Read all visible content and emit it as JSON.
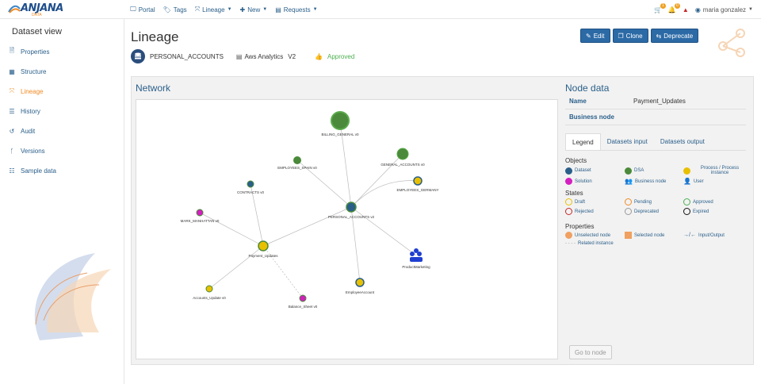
{
  "brand": {
    "name": "ANJANA",
    "sub": "DATA"
  },
  "nav": {
    "items": [
      {
        "label": "Portal",
        "icon": "monitor-icon"
      },
      {
        "label": "Tags",
        "icon": "tags-icon"
      },
      {
        "label": "Lineage",
        "icon": "lineage-icon"
      },
      {
        "label": "New",
        "icon": "plus-icon"
      },
      {
        "label": "Requests",
        "icon": "requests-icon"
      }
    ]
  },
  "user": {
    "name": "maria gonzalez",
    "cart_count": "1",
    "bell_count": "0"
  },
  "sidebar": {
    "title": "Dataset view",
    "items": [
      {
        "label": "Properties",
        "icon": "file-icon"
      },
      {
        "label": "Structure",
        "icon": "table-icon"
      },
      {
        "label": "Lineage",
        "icon": "lineage-icon"
      },
      {
        "label": "History",
        "icon": "list-icon"
      },
      {
        "label": "Audit",
        "icon": "history-icon"
      },
      {
        "label": "Versions",
        "icon": "branch-icon"
      },
      {
        "label": "Sample data",
        "icon": "list-ordered-icon"
      }
    ]
  },
  "header": {
    "title": "Lineage",
    "dataset": "PERSONAL_ACCOUNTS",
    "source": "Aws Analytics",
    "version": "V2",
    "status": "Approved"
  },
  "buttons": {
    "edit": "Edit",
    "clone": "Clone",
    "deprecate": "Deprecate"
  },
  "network": {
    "title": "Network",
    "nodes": [
      {
        "id": "billing",
        "label": "BILLING_GENERAL v0"
      },
      {
        "id": "emp_spain",
        "label": "EMPLOYEES_SPAIN v0"
      },
      {
        "id": "gen_acc",
        "label": "GENERAL_ACCOUNTS v0"
      },
      {
        "id": "contracts",
        "label": "CONTRACTS v0"
      },
      {
        "id": "emp_germany",
        "label": "EMPLOYEES_GERMANY"
      },
      {
        "id": "personal",
        "label": "PERSONAL_ACCOUNTS v2"
      },
      {
        "id": "mark",
        "label": "MARK_MANHATTAN v0"
      },
      {
        "id": "payment",
        "label": "Payment_Updates"
      },
      {
        "id": "product",
        "label": "ProductMarketing"
      },
      {
        "id": "employee_acc",
        "label": "EmployeeAccount"
      },
      {
        "id": "acc_update",
        "label": "Accounts_Update v0"
      },
      {
        "id": "balance",
        "label": "Balance_Sheet v0"
      }
    ]
  },
  "node_data": {
    "title": "Node data",
    "name_label": "Name",
    "name_value": "Payment_Updates",
    "business_label": "Business node",
    "tabs": [
      "Legend",
      "Datasets input",
      "Datasets output"
    ],
    "objects_title": "Objects",
    "objects": [
      "Dataset",
      "DSA",
      "Process / Process instance",
      "Solution",
      "Business node",
      "User"
    ],
    "states_title": "States",
    "states": [
      "Draft",
      "Pending",
      "Approved",
      "Rejected",
      "Deprecated",
      "Expired"
    ],
    "properties_title": "Properties",
    "properties": [
      "Unselected node",
      "Selected node",
      "Input/Output",
      "Related instance"
    ],
    "goto_label": "Go to node"
  },
  "colors": {
    "brand": "#2c6aa6",
    "accent": "#f08a24",
    "dataset": "#2a5f8a",
    "dsa": "#4a8a3a",
    "process": "#e8c000",
    "solution": "#d41fc0",
    "approved": "#4caf50"
  }
}
